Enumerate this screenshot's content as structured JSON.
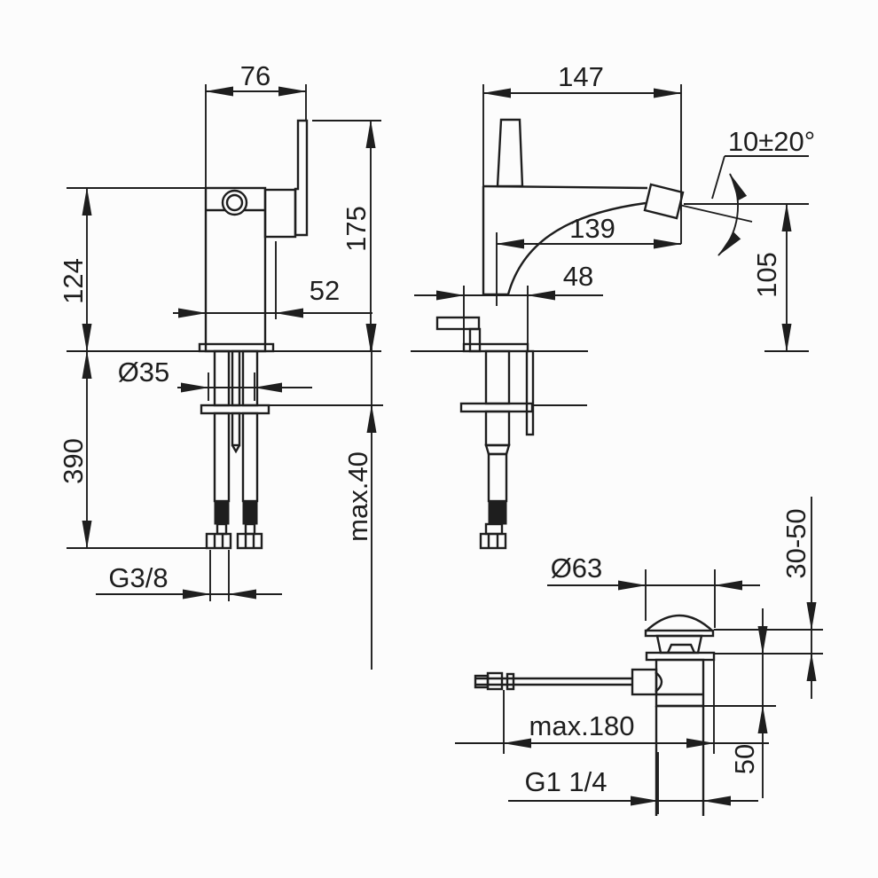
{
  "drawing": {
    "kind": "technical-dimension-drawing",
    "colors": {
      "line": "#1e1e1e",
      "background": "#fcfcfc"
    },
    "views": {
      "front": {
        "dims": {
          "width": "76",
          "height": "175",
          "body_height": "124",
          "body_depth": "52",
          "shank_diameter": "Ø35",
          "hose_length": "390",
          "deck_thickness": "max.40",
          "supply_thread": "G3/8"
        }
      },
      "side": {
        "dims": {
          "overall_depth": "147",
          "spout_reach": "139",
          "base_depth": "48",
          "spout_height": "105",
          "aerator_angle": "10±20°"
        }
      },
      "drain": {
        "dims": {
          "cap_diameter": "Ø63",
          "deck_range": "30-50",
          "rod_reach": "max.180",
          "height_below_deck": "50",
          "outlet_thread": "G1 1/4"
        }
      }
    }
  }
}
